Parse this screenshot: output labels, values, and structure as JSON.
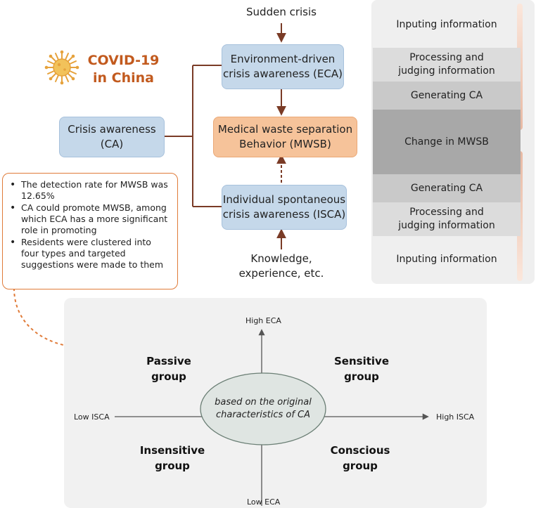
{
  "title": {
    "line1": "COVID-19",
    "line2": "in China"
  },
  "flow": {
    "top_label": "Sudden crisis",
    "ca_box": {
      "line1": "Crisis awareness",
      "line2": "(CA)"
    },
    "eca_box": {
      "line1": "Environment-driven",
      "line2": "crisis awareness (ECA)"
    },
    "mwsb_box": {
      "line1": "Medical waste separation",
      "line2": "Behavior (MWSB)"
    },
    "isca_box": {
      "line1": "Individual spontaneous",
      "line2": "crisis awareness (ISCA)"
    },
    "bottom_label": {
      "line1": "Knowledge,",
      "line2": "experience, etc."
    }
  },
  "findings": [
    "The detection rate for MWSB was 12.65%",
    "CA could promote MWSB, among which ECA has a more significant role in promoting",
    "Residents were clustered into four types and targeted suggestions were made to them"
  ],
  "process": [
    {
      "text": "Inputing information",
      "color": "#f2f2f2"
    },
    {
      "text": "Processing and judging information",
      "color": "#dcdcdc"
    },
    {
      "text": "Generating CA",
      "color": "#c9c9c9"
    },
    {
      "text": "Change in MWSB",
      "color": "#a8a8a8"
    },
    {
      "text": "Generating CA",
      "color": "#c9c9c9"
    },
    {
      "text": "Processing and judging information",
      "color": "#dcdcdc"
    },
    {
      "text": "Inputing information",
      "color": "#f2f2f2"
    }
  ],
  "matrix": {
    "y_high": "High ECA",
    "y_low": "Low ECA",
    "x_low": "Low ISCA",
    "x_high": "High ISCA",
    "center": {
      "line1": "based on the original",
      "line2": "characteristics of CA"
    },
    "quadrants": {
      "top_left": {
        "line1": "Passive",
        "line2": "group"
      },
      "top_right": {
        "line1": "Sensitive",
        "line2": "group"
      },
      "bottom_left": {
        "line1": "Insensitive",
        "line2": "group"
      },
      "bottom_right": {
        "line1": "Conscious",
        "line2": "group"
      }
    }
  },
  "colors": {
    "blue_box": "#c5d8ea",
    "orange_box": "#f6c39a",
    "title": "#c25a1e",
    "connector": "#7a3b26",
    "accent_orange": "#e07b39",
    "matrix_panel": "#f1f1f1",
    "ellipse": "#dfe5e2"
  },
  "icons": [
    "virus-icon"
  ]
}
